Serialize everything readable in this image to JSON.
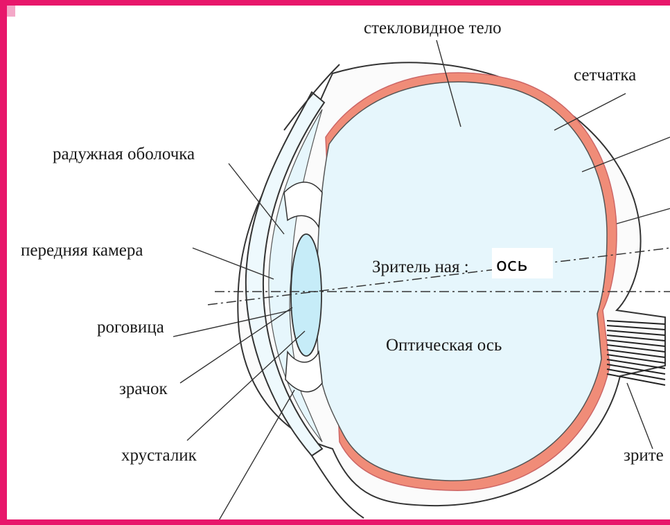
{
  "diagram": {
    "labels": {
      "vitreous_body": "стекловидное тело",
      "retina": "сетчатка",
      "iris": "радужная оболочка",
      "anterior_chamber": "передняя камера",
      "visual_axis_prefix": "Зритель ная :",
      "visual_axis_overlay": "ось",
      "cornea": "роговица",
      "optical_axis": "Оптическая ось",
      "pupil": "зрачок",
      "lens": "хрусталик",
      "optic_nerve": "зрите"
    },
    "colors": {
      "frame": "#e8176b",
      "retina": "#f08c78",
      "fluid": "#e6f6fc",
      "lens": "#c6ecf8",
      "outline": "#333333"
    }
  }
}
